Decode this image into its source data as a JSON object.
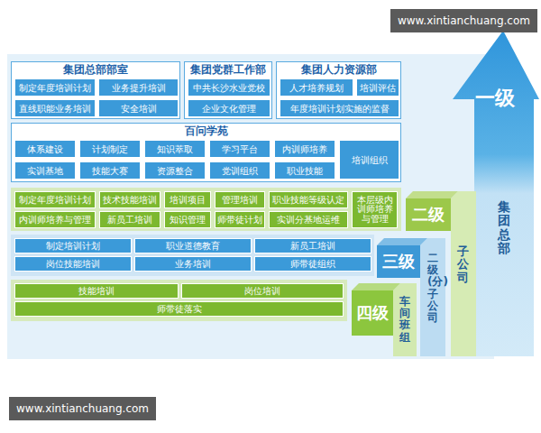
{
  "diagram": {
    "nodes": [
      {
        "text": [
          "集团总部部室"
        ]
      },
      {
        "text": [
          "制定年度培训计划"
        ],
        "in": 0
      },
      {
        "text": [
          "业务提升培训"
        ],
        "in": 0
      },
      {
        "text": [
          "直线职能业务培训"
        ],
        "in": 0
      },
      {
        "text": [
          "安全培训"
        ],
        "in": 0
      },
      {
        "text": [
          "集团党群工作部"
        ]
      },
      {
        "text": [
          "中共长沙水业党校"
        ],
        "in": 5
      },
      {
        "text": [
          "企业文化管理"
        ],
        "in": 5
      },
      {
        "text": [
          "集团人力资源部"
        ]
      },
      {
        "text": [
          "人才培养规划"
        ],
        "in": 8
      },
      {
        "text": [
          "培训评估"
        ],
        "in": 8
      },
      {
        "text": [
          "年度培训计划实施的监督"
        ],
        "in": 8
      },
      {
        "text": [
          "百问学苑"
        ]
      },
      {
        "text": [
          "体系建设"
        ],
        "in": 12
      },
      {
        "text": [
          "计划制定"
        ],
        "in": 12
      },
      {
        "text": [
          "知识萃取"
        ],
        "in": 12
      },
      {
        "text": [
          "学习平台"
        ],
        "in": 12
      },
      {
        "text": [
          "内训师培养"
        ],
        "in": 12
      },
      {
        "text": [
          "培训组织"
        ],
        "in": 12
      },
      {
        "text": [
          "实训基地"
        ],
        "in": 12
      },
      {
        "text": [
          "技能大赛"
        ],
        "in": 12
      },
      {
        "text": [
          "资源整合"
        ],
        "in": 12
      },
      {
        "text": [
          "党训组织"
        ],
        "in": 12
      },
      {
        "text": [
          "职业技能"
        ],
        "in": 12
      },
      {
        "text": [
          "制定年度培训计划"
        ]
      },
      {
        "text": [
          "技术技能培训"
        ]
      },
      {
        "text": [
          "培训项目"
        ]
      },
      {
        "text": [
          "管理培训"
        ]
      },
      {
        "text": [
          "职业技能等级认定"
        ]
      },
      {
        "text": [
          "本层级内训师培养与管理"
        ]
      },
      {
        "text": [
          "内训师培养与管理"
        ]
      },
      {
        "text": [
          "新员工培训"
        ]
      },
      {
        "text": [
          "知识管理"
        ]
      },
      {
        "text": [
          "师带徒计划"
        ]
      },
      {
        "text": [
          "实训分基地运维"
        ]
      },
      {
        "text": [
          "制定培训计划"
        ]
      },
      {
        "text": [
          "职业道德教育"
        ]
      },
      {
        "text": [
          "新员工培训"
        ]
      },
      {
        "text": [
          "岗位技能培训"
        ]
      },
      {
        "text": [
          "业务培训"
        ]
      },
      {
        "text": [
          "师带徒组织"
        ]
      },
      {
        "text": [
          "技能培训"
        ]
      },
      {
        "text": [
          "岗位培训"
        ]
      },
      {
        "text": [
          "师带徒落实"
        ]
      },
      {
        "text": [
          "一级",
          "集团总部"
        ]
      },
      {
        "text": [
          "二级",
          "子公司"
        ]
      },
      {
        "text": [
          "三级",
          "二级(分)子公司"
        ]
      },
      {
        "text": [
          "四级",
          "车间班组"
        ]
      }
    ],
    "labels": [
      "www.xintianchuang.com",
      "www.xintianchuang.com"
    ]
  }
}
